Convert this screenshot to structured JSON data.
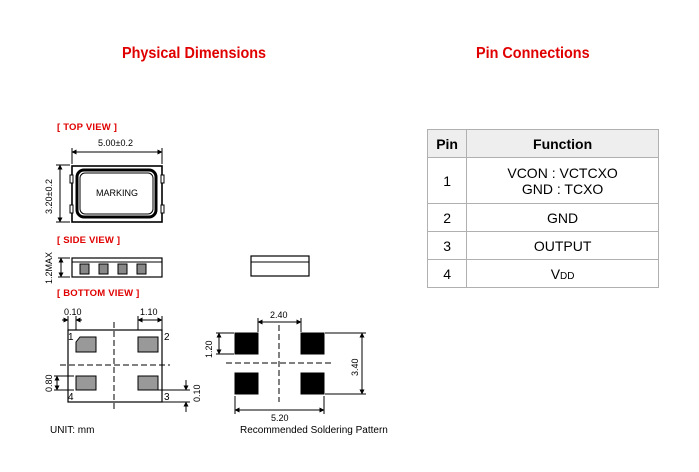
{
  "headings": {
    "physical": "Physical Dimensions",
    "pins": "Pin Connections"
  },
  "views": {
    "top": "[ TOP VIEW ]",
    "side": "[ SIDE VIEW ]",
    "bottom": "[ BOTTOM VIEW ]"
  },
  "dimensions": {
    "length": "5.00±0.2",
    "width": "3.20±0.2",
    "height": "1.2MAX",
    "marking": "MARKING",
    "pad_inset": "0.10",
    "pad_length": "1.10",
    "pad_width": "0.80",
    "pad_gap": "0.10",
    "pattern_inner": "2.40",
    "pattern_pad_h": "1.20",
    "pattern_height": "3.40",
    "pattern_width": "5.20"
  },
  "pin_numbers": {
    "p1": "1",
    "p2": "2",
    "p3": "3",
    "p4": "4"
  },
  "captions": {
    "unit": "UNIT:  mm",
    "pattern": "Recommended Soldering Pattern"
  },
  "pin_table": {
    "headers": {
      "pin": "Pin",
      "function": "Function"
    },
    "rows": [
      {
        "pin": "1",
        "function_line1": "VCON : VCTCXO",
        "function_line2": "GND : TCXO"
      },
      {
        "pin": "2",
        "function": "GND"
      },
      {
        "pin": "3",
        "function": "OUTPUT"
      },
      {
        "pin": "4",
        "function_main": "V",
        "function_sub": "DD"
      }
    ]
  }
}
